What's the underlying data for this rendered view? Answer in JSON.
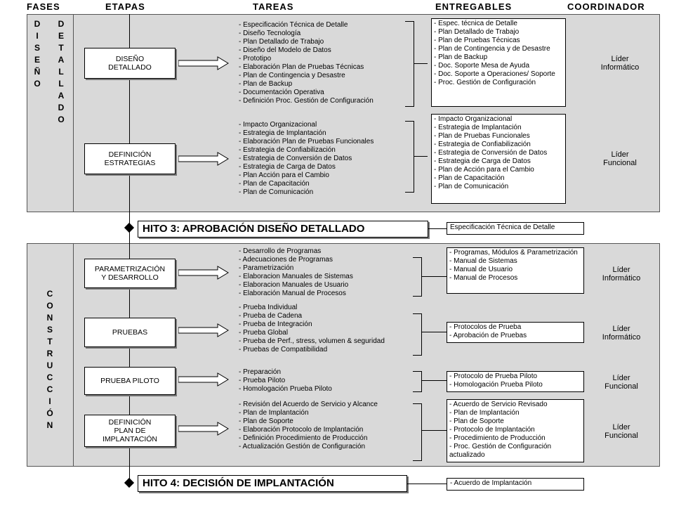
{
  "headers": {
    "fases": "FASES",
    "etapas": "ETAPAS",
    "tareas": "TAREAS",
    "entregables": "ENTREGABLES",
    "coordinador": "COORDINADOR"
  },
  "phases": [
    {
      "col1": [
        "D",
        "I",
        "S",
        "E",
        "Ñ",
        "O"
      ],
      "col2": [
        "D",
        "E",
        "T",
        "A",
        "L",
        "L",
        "A",
        "D",
        "O"
      ]
    },
    {
      "col1": [
        "C",
        "O",
        "N",
        "S",
        "T",
        "R",
        "U",
        "C",
        "C",
        "I",
        "Ó",
        "N"
      ]
    }
  ],
  "stages": [
    {
      "label": "DISEÑO\nDETALLADO",
      "tasks": [
        "- Especificación Técnica de Detalle",
        "- Diseño Tecnología",
        "- Plan Detallado de Trabajo",
        "- Diseño del Modelo de Datos",
        "- Prototipo",
        "- Elaboración Plan de Pruebas Técnicas",
        "- Plan de Contingencia y Desastre",
        "- Plan de Backup",
        "- Documentación Operativa",
        "- Definición Proc. Gestión de Configuración"
      ],
      "deliverables": [
        "- Espec.  técnica de Detalle",
        "- Plan  Detallado de Trabajo",
        "- Plan de Pruebas Técnicas",
        "- Plan de Contingencia y de Desastre",
        "- Plan de Backup",
        "- Doc. Soporte Mesa de Ayuda",
        "- Doc. Soporte a Operaciones/ Soporte",
        "- Proc. Gestión de Configuración"
      ],
      "coordinator": "Líder\nInformático"
    },
    {
      "label": "DEFINICIÓN\nESTRATEGIAS",
      "tasks": [
        "- Impacto Organizacional",
        "- Estrategia de Implantación",
        "- Elaboración Plan de Pruebas Funcionales",
        "- Estrategia de Confiabilización",
        "- Estrategia de Conversión de Datos",
        "- Estrategia de Carga de Datos",
        "- Plan Acción para el Cambio",
        "- Plan de Capacitación",
        "- Plan de Comunicación"
      ],
      "deliverables": [
        "- Impacto Organizacional",
        "- Estrategia de Implantación",
        "- Plan de Pruebas Funcionales",
        "- Estrategia de Confiabilización",
        "- Estrategia de Conversión de Datos",
        "- Estrategia de Carga de Datos",
        "- Plan de Acción para el Cambio",
        "- Plan de Capacitación",
        "- Plan de Comunicación"
      ],
      "coordinator": "Líder\nFuncional"
    },
    {
      "label": "PARAMETRIZACIÓN\nY DESARROLLO",
      "tasks": [
        "- Desarrollo de Programas",
        "- Adecuaciones de Programas",
        "- Parametrización",
        "- Elaboracion Manuales de Sistemas",
        "- Elaboracion Manuales de Usuario",
        "- Elaboración Manual de Procesos"
      ],
      "deliverables": [
        "- Programas, Módulos & Parametrización",
        "- Manual de Sistemas",
        "- Manual de Usuario",
        "- Manual de Procesos"
      ],
      "coordinator": "Líder\nInformático"
    },
    {
      "label": "PRUEBAS",
      "tasks": [
        "- Prueba Individual",
        "- Prueba de Cadena",
        "- Prueba de Integración",
        "- Prueba Global",
        "- Prueba de Perf., stress, volumen & seguridad",
        "- Pruebas de Compatibilidad"
      ],
      "deliverables": [
        "- Protocolos de Prueba",
        "- Aprobación de Pruebas"
      ],
      "coordinator": "Líder\nInformático"
    },
    {
      "label": "PRUEBA PILOTO",
      "tasks": [
        "- Preparación",
        "- Prueba Piloto",
        "- Homologación Prueba Piloto"
      ],
      "deliverables": [
        "- Protocolo de Prueba Piloto",
        "- Homologación Prueba Piloto"
      ],
      "coordinator": "Líder\nFuncional"
    },
    {
      "label": "DEFINICIÓN\nPLAN DE\nIMPLANTACIÓN",
      "tasks": [
        "- Revisión del Acuerdo de Servicio y Alcance",
        "- Plan de Implantación",
        "- Plan de Soporte",
        "- Elaboración Protocolo de Implantación",
        "- Definición Procedimiento de Producción",
        "- Actualización Gestión de Configuración"
      ],
      "deliverables": [
        "- Acuerdo de Servicio Revisado",
        "- Plan de Implantación",
        "- Plan de Soporte",
        "- Protocolo de Implantación",
        "- Procedimiento de Producción",
        "- Proc. Gestión de Configuración actualizado"
      ],
      "coordinator": "Líder\nFuncional"
    }
  ],
  "milestones": [
    {
      "label": "HITO 3: APROBACIÓN DISEÑO DETALLADO",
      "deliverable": "Especificación Técnica de Detalle"
    },
    {
      "label": "HITO 4: DECISIÓN DE IMPLANTACIÓN",
      "deliverable": "- Acuerdo de Implantación"
    }
  ]
}
